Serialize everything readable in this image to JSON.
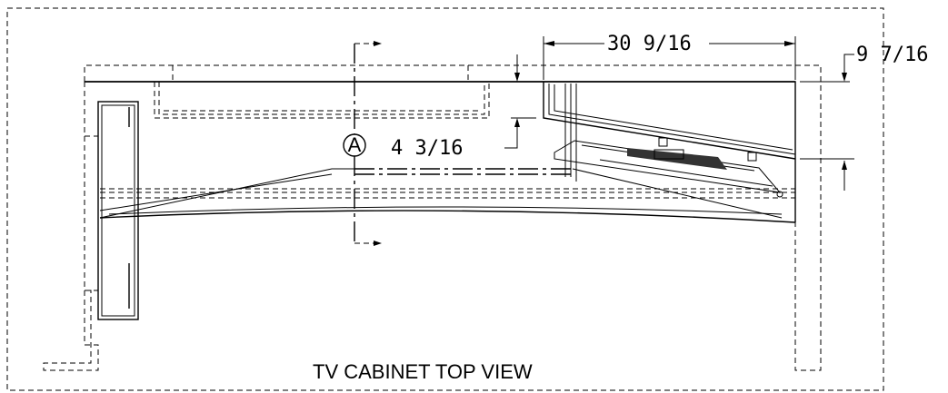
{
  "drawing": {
    "title": "TV CABINET TOP VIEW",
    "dimensions": {
      "width_top": "30 9/16",
      "depth_right": "9 7/16",
      "offset_left": "4 3/16"
    },
    "section_marker": "A"
  }
}
